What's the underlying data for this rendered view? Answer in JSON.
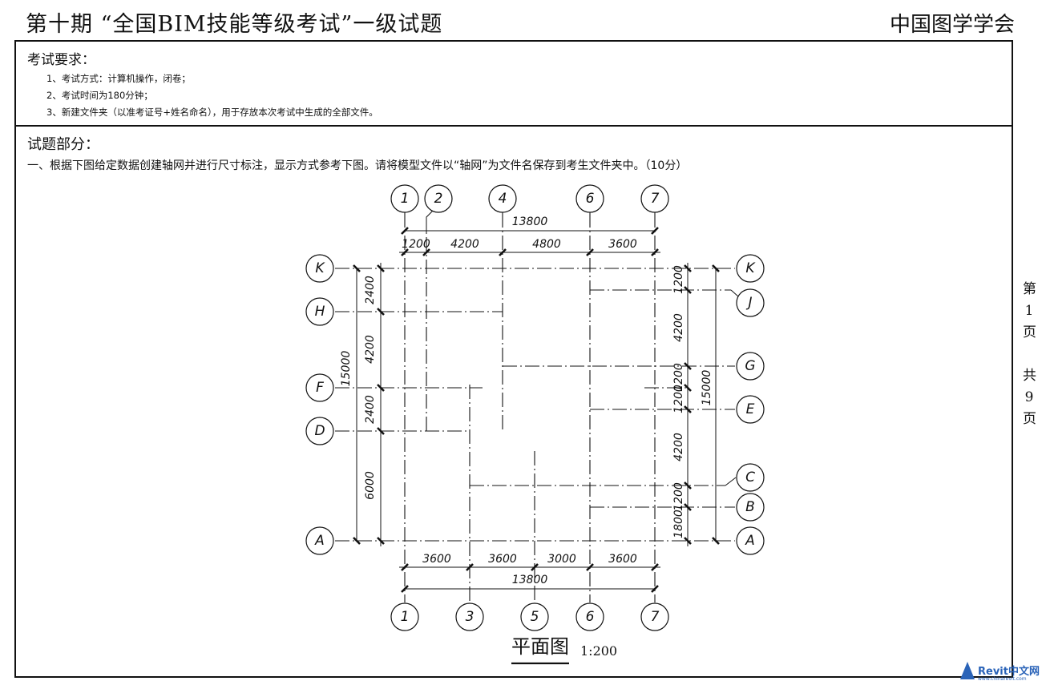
{
  "header": {
    "title": "第十期 “全国BIM技能等级考试”一级试题",
    "organization": "中国图学学会"
  },
  "requirements": {
    "heading": "考试要求：",
    "items": [
      "1、考试方式：计算机操作，闭卷；",
      "2、考试时间为180分钟；",
      "3、新建文件夹（以准考证号+姓名命名），用于存放本次考试中生成的全部文件。"
    ]
  },
  "questions": {
    "heading": "试题部分：",
    "q1": "一、根据下图给定数据创建轴网并进行尺寸标注，显示方式参考下图。请将模型文件以“轴网”为文件名保存到考生文件夹中。（10分）"
  },
  "drawing": {
    "title": "平面图",
    "scale": "1:200",
    "top_axes": [
      "1",
      "2",
      "4",
      "6",
      "7"
    ],
    "bottom_axes": [
      "1",
      "3",
      "5",
      "6",
      "7"
    ],
    "left_axes": [
      "K",
      "H",
      "F",
      "D",
      "A"
    ],
    "right_axes": [
      "K",
      "J",
      "G",
      "E",
      "C",
      "B",
      "A"
    ],
    "top_overall": "13800",
    "top_segments": [
      "1200",
      "4200",
      "4800",
      "3600"
    ],
    "bottom_segments": [
      "3600",
      "3600",
      "3000",
      "3600"
    ],
    "bottom_overall": "13800",
    "left_segments": [
      "2400",
      "4200",
      "2400",
      "6000"
    ],
    "left_overall": "15000",
    "right_segments": [
      "1200",
      "4200",
      "1200",
      "1200",
      "4200",
      "1200",
      "1800"
    ],
    "right_overall": "15000"
  },
  "page_info": {
    "chars": [
      "第",
      "1",
      "页",
      "共",
      "9",
      "页"
    ]
  },
  "watermark": {
    "brand": "Revit中文网",
    "url": "www.chinarevit.com",
    "color": "#2a63b8"
  }
}
